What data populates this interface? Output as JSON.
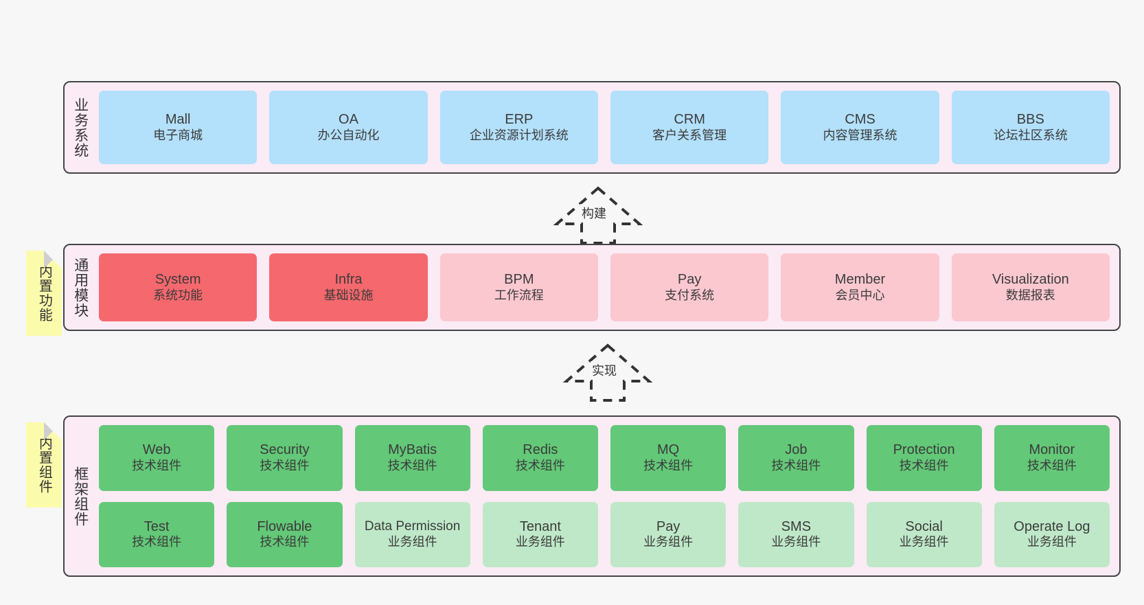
{
  "layers": [
    {
      "id": "business-systems",
      "title": "业务系统",
      "rows": [
        [
          {
            "name": "Mall",
            "sub": "电子商城",
            "color": "blue"
          },
          {
            "name": "OA",
            "sub": "办公自动化",
            "color": "blue"
          },
          {
            "name": "ERP",
            "sub": "企业资源计划系统",
            "color": "blue"
          },
          {
            "name": "CRM",
            "sub": "客户关系管理",
            "color": "blue"
          },
          {
            "name": "CMS",
            "sub": "内容管理系统",
            "color": "blue"
          },
          {
            "name": "BBS",
            "sub": "论坛社区系统",
            "color": "blue"
          }
        ]
      ]
    },
    {
      "id": "common-modules",
      "title": "通用模块",
      "note": "内置功能",
      "rows": [
        [
          {
            "name": "System",
            "sub": "系统功能",
            "color": "red"
          },
          {
            "name": "Infra",
            "sub": "基础设施",
            "color": "red"
          },
          {
            "name": "BPM",
            "sub": "工作流程",
            "color": "pink"
          },
          {
            "name": "Pay",
            "sub": "支付系统",
            "color": "pink"
          },
          {
            "name": "Member",
            "sub": "会员中心",
            "color": "pink"
          },
          {
            "name": "Visualization",
            "sub": "数据报表",
            "color": "pink"
          }
        ]
      ]
    },
    {
      "id": "framework-components",
      "title": "框架组件",
      "note": "内置组件",
      "rows": [
        [
          {
            "name": "Web",
            "sub": "技术组件",
            "color": "green"
          },
          {
            "name": "Security",
            "sub": "技术组件",
            "color": "green"
          },
          {
            "name": "MyBatis",
            "sub": "技术组件",
            "color": "green"
          },
          {
            "name": "Redis",
            "sub": "技术组件",
            "color": "green"
          },
          {
            "name": "MQ",
            "sub": "技术组件",
            "color": "green"
          },
          {
            "name": "Job",
            "sub": "技术组件",
            "color": "green"
          },
          {
            "name": "Protection",
            "sub": "技术组件",
            "color": "green"
          },
          {
            "name": "Monitor",
            "sub": "技术组件",
            "color": "green"
          }
        ],
        [
          {
            "name": "Test",
            "sub": "技术组件",
            "color": "green"
          },
          {
            "name": "Flowable",
            "sub": "技术组件",
            "color": "green"
          },
          {
            "name": "Data Permission",
            "sub": "业务组件",
            "color": "lightgreen"
          },
          {
            "name": "Tenant",
            "sub": "业务组件",
            "color": "lightgreen"
          },
          {
            "name": "Pay",
            "sub": "业务组件",
            "color": "lightgreen"
          },
          {
            "name": "SMS",
            "sub": "业务组件",
            "color": "lightgreen"
          },
          {
            "name": "Social",
            "sub": "业务组件",
            "color": "lightgreen"
          },
          {
            "name": "Operate Log",
            "sub": "业务组件",
            "color": "lightgreen"
          }
        ]
      ]
    }
  ],
  "arrows": [
    {
      "id": "build",
      "label": "构建"
    },
    {
      "id": "implement",
      "label": "实现"
    }
  ],
  "colors": {
    "blue": "#b3e0fb",
    "red": "#f5686d",
    "pink": "#fbc8d0",
    "green": "#63c878",
    "lightgreen": "#bfe8c8",
    "layer_bg": "#faebf5",
    "note_bg": "#fbfbac",
    "canvas_bg": "#f7f7f7",
    "stroke": "#444444"
  }
}
